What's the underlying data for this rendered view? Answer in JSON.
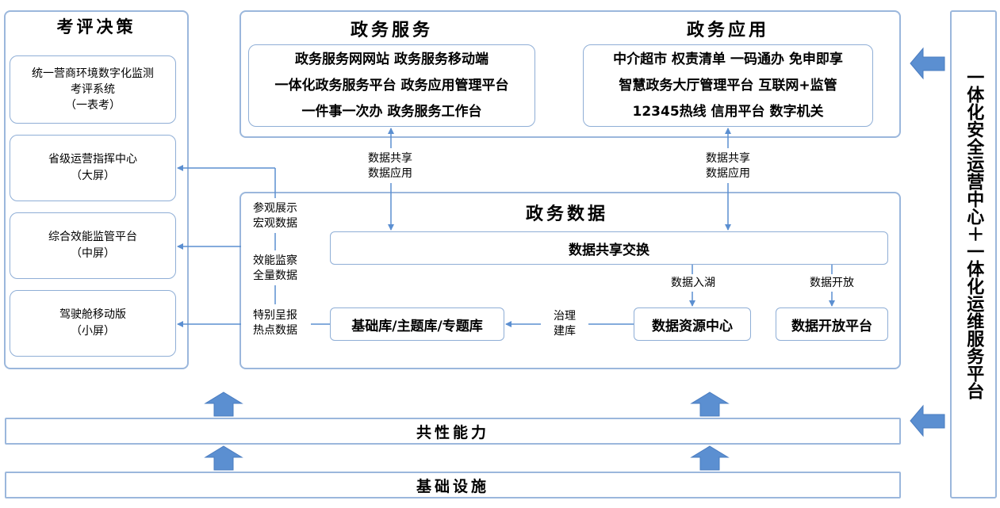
{
  "left_panel": {
    "title": "考评决策",
    "boxes": [
      {
        "lines": [
          "统一营商环境数字化监测",
          "考评系统",
          "（一表考）"
        ]
      },
      {
        "lines": [
          "省级运营指挥中心",
          "（大屏）"
        ]
      },
      {
        "lines": [
          "综合效能监管平台",
          "（中屏）"
        ]
      },
      {
        "lines": [
          "驾驶舱移动版",
          "（小屏）"
        ]
      }
    ]
  },
  "top_panel": {
    "service": {
      "title": "政务服务",
      "lines": [
        "政务服务网网站 政务服务移动端",
        "一体化政务服务平台 政务应用管理平台",
        "一件事一次办 政务服务工作台"
      ]
    },
    "application": {
      "title": "政务应用",
      "lines": [
        "中介超市 权责清单 一码通办 免申即享",
        "智慧政务大厅管理平台 互联网+监管",
        "12345热线 信用平台 数字机关"
      ]
    }
  },
  "connectors": {
    "share_left": [
      "数据共享",
      "数据应用"
    ],
    "share_right": [
      "数据共享",
      "数据应用"
    ],
    "display": [
      "参观展示",
      "宏观数据"
    ],
    "monitor": [
      "效能监察",
      "全量数据"
    ],
    "report": [
      "特别呈报",
      "热点数据"
    ],
    "lake": "数据入湖",
    "open": "数据开放",
    "govern": [
      "治理",
      "建库"
    ]
  },
  "data_panel": {
    "title": "政务数据",
    "exchange": "数据共享交换",
    "library": "基础库/主题库/专题库",
    "resource_center": "数据资源中心",
    "open_platform": "数据开放平台"
  },
  "common_capability": "共性能力",
  "infrastructure": "基础设施",
  "right_panel": {
    "text": "一体化安全运营中心＋一体化运维服务平台"
  },
  "colors": {
    "border": "#9bb7dc",
    "arrow_fill": "#5b8fd1",
    "line": "#5b8fd1"
  }
}
